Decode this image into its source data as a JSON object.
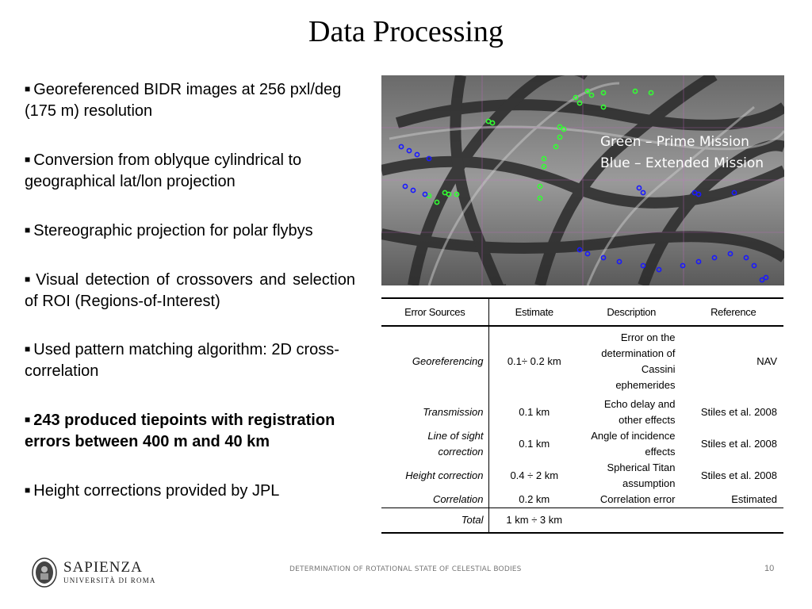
{
  "title": "Data Processing",
  "bullets": [
    {
      "text": "Georeferenced BIDR images at 256 pxl/deg (175 m) resolution"
    },
    {
      "text": "Conversion from oblyque cylindrical to geographical lat/lon projection"
    },
    {
      "text": "Stereographic projection for polar flybys"
    },
    {
      "text": "Visual detection of crossovers and selection of ROI (Regions-of-Interest)"
    },
    {
      "text": "Used pattern matching algorithm: 2D cross-correlation"
    },
    {
      "text": "243 produced tiepoints with registration errors between 400 m and 40 km"
    },
    {
      "text": "Height corrections provided by JPL"
    }
  ],
  "map_legend": {
    "line1": "Green – Prime Mission",
    "line2": "Blue – Extended Mission"
  },
  "colors": {
    "prime": "#33ff33",
    "extended": "#1a1aff"
  },
  "table": {
    "headers": [
      "Error Sources",
      "Estimate",
      "Description",
      "Reference"
    ],
    "rows": [
      {
        "source": "Georeferencing",
        "estimate": "0.1÷ 0.2 km",
        "description": "Error on the determination of Cassini ephemerides",
        "reference": "NAV"
      },
      {
        "source": "Transmission",
        "estimate": "0.1 km",
        "description": "Echo delay and other effects",
        "reference": "Stiles et al. 2008"
      },
      {
        "source": "Line of sight correction",
        "estimate": "0.1 km",
        "description": "Angle of incidence effects",
        "reference": "Stiles et al. 2008"
      },
      {
        "source": "Height correction",
        "estimate": "0.4 ÷ 2 km",
        "description": "Spherical Titan assumption",
        "reference": "Stiles et al. 2008"
      },
      {
        "source": "Correlation",
        "estimate": "0.2 km",
        "description": "Correlation error",
        "reference": "Estimated"
      }
    ],
    "total": {
      "source": "Total",
      "estimate": "1 km ÷ 3 km"
    }
  },
  "footer": {
    "brand_name": "SAPIENZA",
    "brand_sub": "UNIVERSITÀ DI ROMA",
    "text": "DETERMINATION OF ROTATIONAL STATE OF CELESTIAL BODIES",
    "page_number": "10"
  }
}
